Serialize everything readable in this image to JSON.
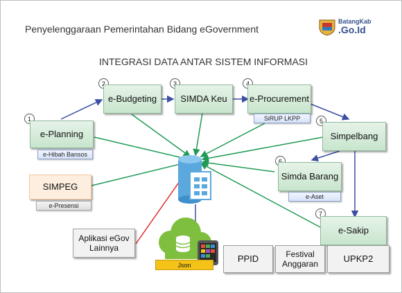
{
  "header": {
    "title": "Penyelenggaraan Pemerintahan Bidang eGovernment",
    "logo_top": "BatangKab",
    "logo_bottom": ".Go.Id"
  },
  "diagram_title": "INTEGRASI DATA ANTAR SISTEM INFORMASI",
  "nodes": {
    "planning": {
      "num": "1",
      "label": "e-Planning",
      "sub": "e-Hibah Bansos"
    },
    "budgeting": {
      "num": "2",
      "label": "e-Budgeting"
    },
    "simda_keu": {
      "num": "3",
      "label": "SIMDA Keu"
    },
    "procurement": {
      "num": "4",
      "label": "e-Procurement",
      "sub": "SiRUP LKPP"
    },
    "simpelbang": {
      "num": "5",
      "label": "Simpelbang"
    },
    "simda_barang": {
      "num": "6",
      "label": "Simda Barang",
      "sub": "e-Aset"
    },
    "sakip": {
      "num": "7",
      "label": "e-Sakip"
    },
    "simpeg": {
      "label": "SIMPEG",
      "sub": "e-Presensi"
    },
    "egov_lain": {
      "label": "Aplikasi eGov Lainnya"
    },
    "json": {
      "label": "Json"
    },
    "ppid": {
      "label": "PPID"
    },
    "festival": {
      "label": "Festival Anggaran"
    },
    "upkp2": {
      "label": "UPKP2"
    }
  },
  "colors": {
    "green_arrow": "#1e9a55",
    "blue_arrow": "#3d4fa3",
    "red_arrow": "#e02a2a",
    "db_blue": "#5aa8de",
    "cloud_green": "#7fbf3f"
  }
}
